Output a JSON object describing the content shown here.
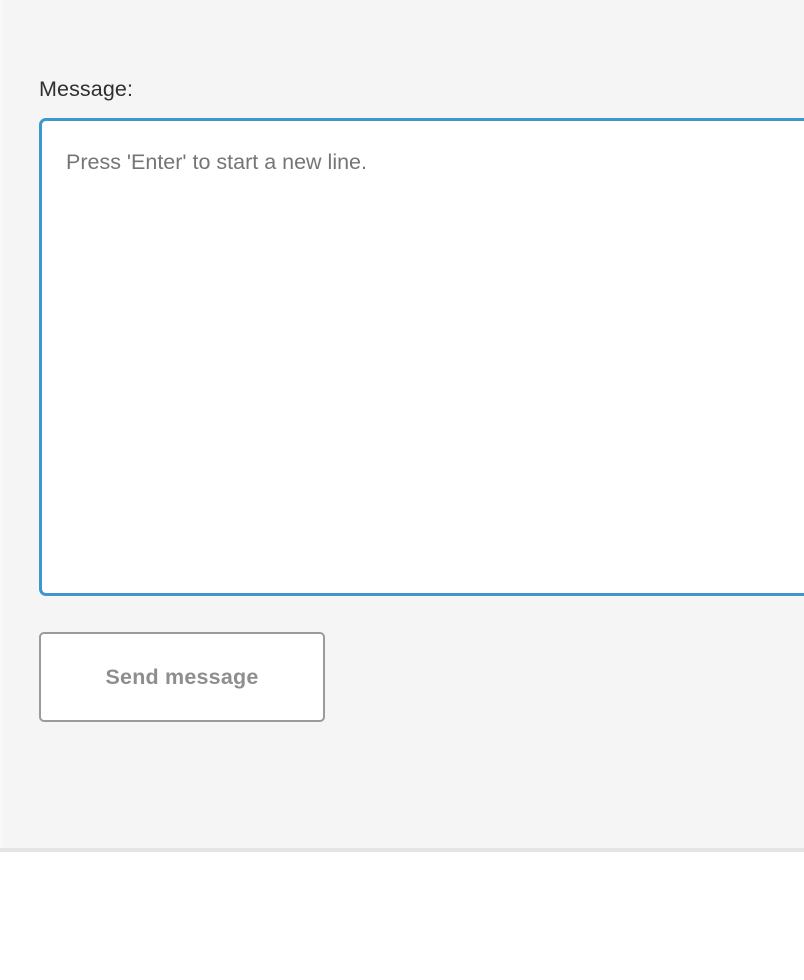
{
  "panel": {
    "background_color": "#f5f5f5",
    "divider_color": "#e4e4e4",
    "below_background_color": "#ffffff"
  },
  "form": {
    "label": "Message:",
    "textarea": {
      "value": "",
      "placeholder": "Press 'Enter' to start a new line.",
      "focused": true,
      "focus_border_color": "#3d96cc",
      "background_color": "#ffffff",
      "placeholder_color": "#757575"
    },
    "send_button": {
      "label": "Send message",
      "border_color": "#9b9b9b",
      "text_color": "#8e8e8e",
      "background_color": "#ffffff",
      "disabled_appearance": true
    }
  }
}
